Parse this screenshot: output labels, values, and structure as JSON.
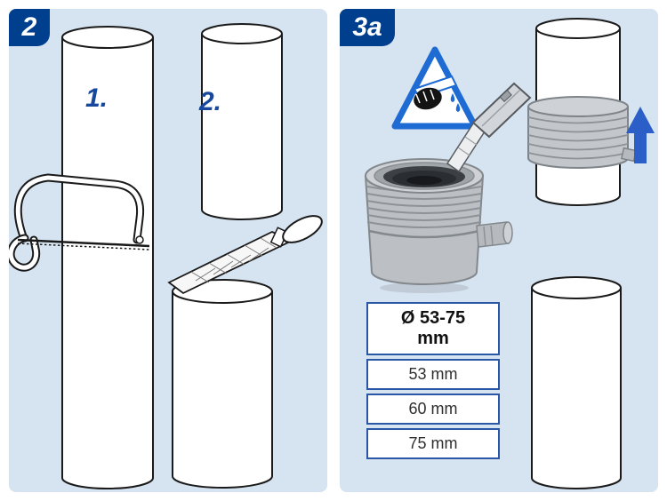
{
  "panels": {
    "left": {
      "badge": "2",
      "pipe1_label": "1.",
      "pipe2_label": "2."
    },
    "right": {
      "badge": "3a",
      "size_table": {
        "header_line1": "Ø 53-75",
        "header_line2": "mm",
        "rows": [
          "53 mm",
          "60 mm",
          "75 mm"
        ]
      }
    }
  },
  "colors": {
    "panel_bg": "#d6e3f0",
    "badge_bg": "#003f8e",
    "accent_text": "#17489c",
    "arrow_blue": "#2b5fc7",
    "warning_blue": "#1e6bd4",
    "table_border": "#2a57a5",
    "part_gray": "#c1c5c9"
  }
}
